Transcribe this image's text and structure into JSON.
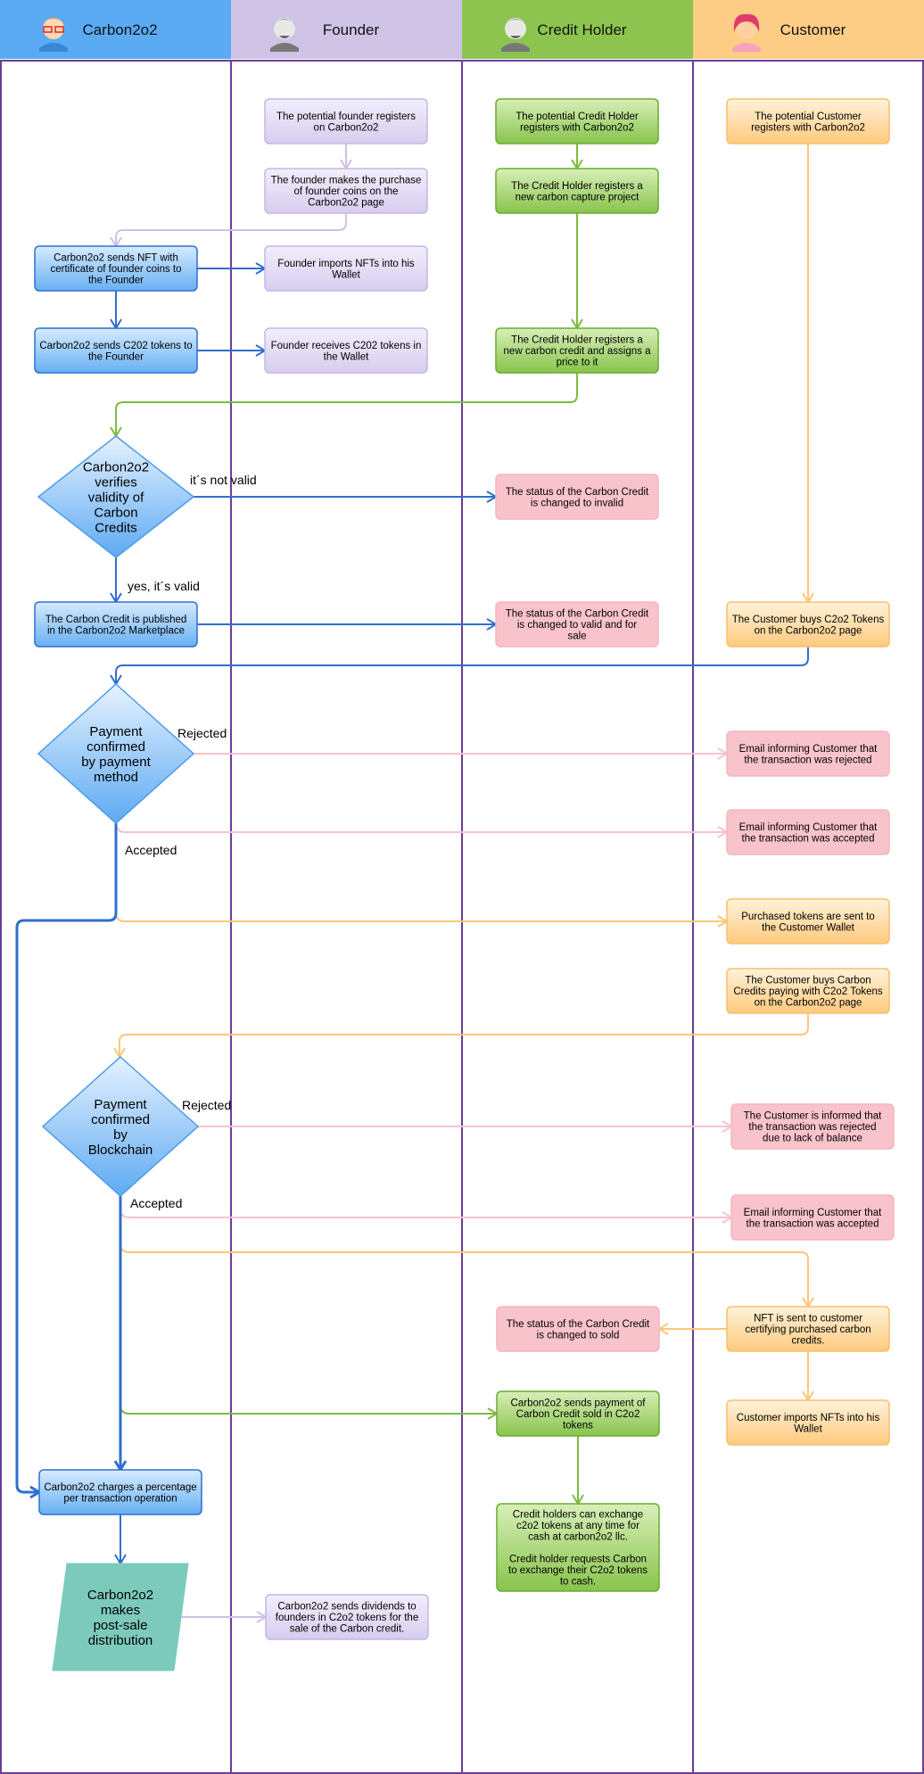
{
  "lanes": [
    {
      "title": "Carbon2o2",
      "header_color": "#5aabf3",
      "avatar": "avatar-glasses-icon"
    },
    {
      "title": "Founder",
      "header_color": "#cfc3e6",
      "avatar": "avatar-grey-man-icon"
    },
    {
      "title": "Credit Holder",
      "header_color": "#8dc450",
      "avatar": "avatar-grey-man-icon"
    },
    {
      "title": "Customer",
      "header_color": "#fdcd86",
      "avatar": "avatar-woman-icon"
    }
  ],
  "colors": {
    "lane_border": "#6a3d9a",
    "blue": "#2f6fcf",
    "purple": "#cdc0e8",
    "green": "#7dbb3f",
    "orange": "#fdc67a",
    "pink": "#f9c3cc",
    "teal": "#7ccabc"
  },
  "nodes": {
    "f1": "The potential founder registers on Carbon2o2",
    "f2": "The founder makes the purchase of founder coins on the Carbon2o2 page",
    "f3": "Founder imports NFTs into his Wallet",
    "f4": "Founder receives C202 tokens in the Wallet",
    "f5": "Carbon2o2 sends dividends to founders in C2o2 tokens for the sale of the Carbon credit.",
    "c1": "Carbon2o2 sends NFT with certificate of founder coins to the Founder",
    "c2": "Carbon2o2 sends C202 tokens to the Founder",
    "d1": "Carbon2o2 verifies validity of Carbon Credits",
    "c3": "The Carbon Credit is published in the Carbon2o2 Marketplace",
    "d2": "Payment confirmed by payment method",
    "d3": "Payment confirmed by Blockchain",
    "c4": "Carbon2o2 charges a percentage per transaction operation",
    "c5": "Carbon2o2 makes post-sale distribution",
    "h1": "The potential Credit Holder registers with Carbon2o2",
    "h2": "The Credit Holder registers a new carbon capture project",
    "h3": "The Credit Holder registers a new carbon credit and assigns a price to it",
    "h4": "The status of the Carbon Credit is changed to invalid",
    "h5": "The status of the Carbon Credit is changed to valid and for sale",
    "h6": "The status of the Carbon Credit is changed to sold",
    "h7": "Carbon2o2 sends payment of Carbon Credit sold in C2o2 tokens",
    "h8": "Credit holders can exchange c2o2 tokens at any time for cash at carbon2o2 llc.\n\nCredit holder requests Carbon to exchange their C2o2 tokens to cash.",
    "u1": "The potential Customer registers with Carbon2o2",
    "u2": "The Customer buys C2o2 Tokens on the Carbon2o2 page",
    "u3": "Email informing Customer that the transaction was rejected",
    "u4": "Email informing Customer that the transaction was accepted",
    "u5": "Purchased tokens are sent to the Customer Wallet",
    "u6": "The Customer buys Carbon Credits paying with C2o2 Tokens on the Carbon2o2 page",
    "u7": "The Customer is informed that the transaction was rejected due to lack of balance",
    "u8": "Email informing Customer that the transaction was accepted",
    "u9": "NFT is sent to customer certifying purchased carbon credits.",
    "u10": "Customer imports NFTs into his Wallet"
  },
  "edge_labels": {
    "not_valid": "it´s not valid",
    "valid": "yes, it´s valid",
    "rejected1": "Rejected",
    "accepted1": "Accepted",
    "rejected2": "Rejected",
    "accepted2": "Accepted"
  }
}
